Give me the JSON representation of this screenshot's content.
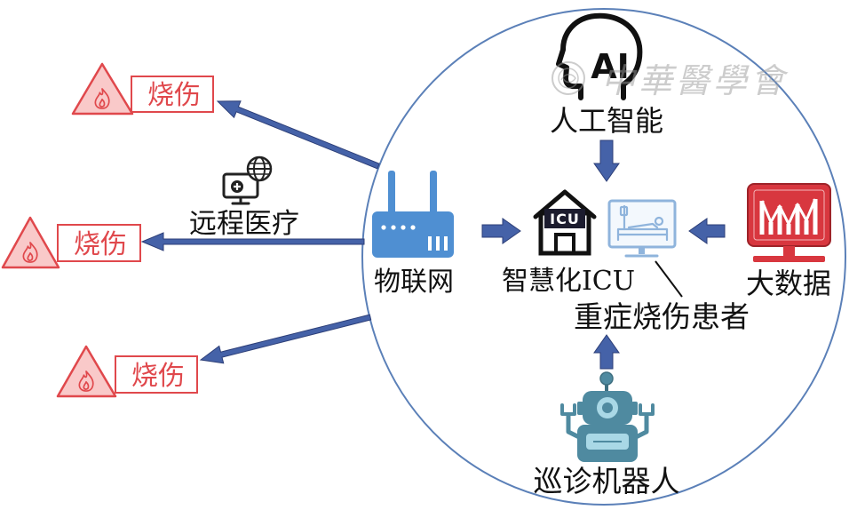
{
  "nodes": {
    "ai": {
      "label": "人工智能",
      "icon_text": "AI",
      "icon": "ai-head-icon"
    },
    "iot": {
      "label": "物联网",
      "icon": "router-icon"
    },
    "icu": {
      "label": "智慧化ICU",
      "icon_text": "ICU",
      "icon": "icu-house-icon"
    },
    "patient": {
      "label": "重症烧伤患者",
      "icon": "patient-monitor-icon"
    },
    "bigdata": {
      "label": "大数据",
      "icon": "bar-chart-screen-icon"
    },
    "robot": {
      "label": "巡诊机器人",
      "icon": "robot-icon"
    }
  },
  "telemedicine": {
    "label": "远程医疗",
    "icon": "telemedicine-monitor-icon"
  },
  "burn_targets": [
    {
      "label": "烧伤",
      "icon": "warning-flame-icon"
    },
    {
      "label": "烧伤",
      "icon": "warning-flame-icon"
    },
    {
      "label": "烧伤",
      "icon": "warning-flame-icon"
    }
  ],
  "watermark": {
    "text": "中華醫學會",
    "icon": "association-seal-icon"
  },
  "colors": {
    "arrow": "#4562a8",
    "arrow_outline": "#2d3f78",
    "circle": "#5b80b8",
    "burn_red": "#e0484c",
    "burn_fill": "#f9c9c9",
    "iot_blue": "#4f8fd2",
    "bigdata_red": "#d8373f",
    "robot_teal": "#4f8aa0",
    "monitor_blue": "#8fb4dc"
  }
}
